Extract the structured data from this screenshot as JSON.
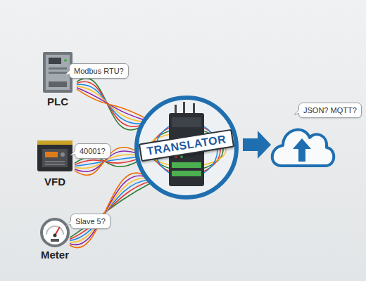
{
  "diagram": {
    "nodes": [
      {
        "text": [
          "PLC"
        ]
      },
      {
        "text": [
          "Modbus RTU?"
        ]
      },
      {
        "text": [
          "VFD"
        ]
      },
      {
        "text": [
          "40001?"
        ]
      },
      {
        "text": [
          "Meter"
        ]
      },
      {
        "text": [
          "Slave 5?"
        ]
      },
      {
        "text": [
          "TRANSLATOR"
        ]
      },
      {
        "text": [
          "JSON? MQTT?"
        ]
      }
    ],
    "edges": [
      {
        "from": 0,
        "to": 6,
        "arrow": "none"
      },
      {
        "from": 2,
        "to": 6,
        "arrow": "none"
      },
      {
        "from": 4,
        "to": 6,
        "arrow": "none"
      }
    ]
  }
}
